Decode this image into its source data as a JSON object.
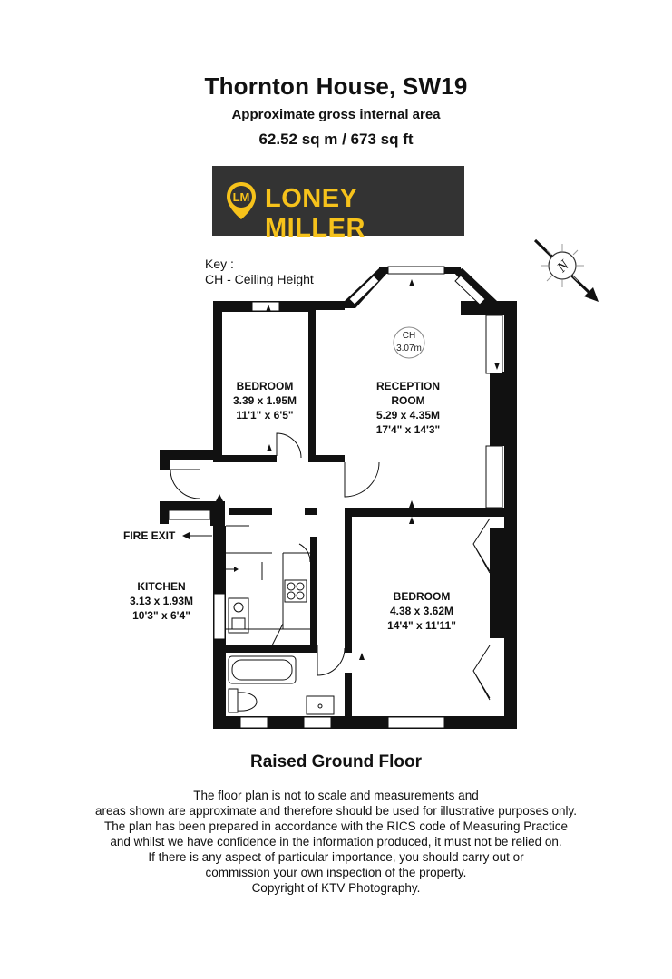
{
  "header": {
    "title": "Thornton House, SW19",
    "subtitle": "Approximate gross internal area",
    "area": "62.52 sq m / 673 sq ft"
  },
  "logo": {
    "initials": "LM",
    "name": "LONEY MILLER",
    "brand_color": "#f6c21b",
    "background_color": "#333333"
  },
  "key": {
    "title": "Key :",
    "entry": "CH - Ceiling Height"
  },
  "compass": {
    "letter": "N"
  },
  "rooms": {
    "bedroom1": {
      "name": "BEDROOM",
      "metric": "3.39 x 1.95M",
      "imperial": "11'1\" x 6'5\""
    },
    "reception": {
      "name_line1": "RECEPTION",
      "name_line2": "ROOM",
      "metric": "5.29 x 4.35M",
      "imperial": "17'4\" x 14'3\""
    },
    "bedroom2": {
      "name": "BEDROOM",
      "metric": "4.38 x 3.62M",
      "imperial": "14'4\" x 11'11\""
    },
    "kitchen": {
      "name": "KITCHEN",
      "metric": "3.13 x 1.93M",
      "imperial": "10'3\" x 6'4\""
    }
  },
  "ceiling_height": {
    "label": "CH",
    "value": "3.07m"
  },
  "fire_exit": "FIRE EXIT",
  "floor_name": "Raised Ground Floor",
  "disclaimer": [
    "The floor plan is not to scale and measurements and",
    "areas shown are approximate and therefore should be used for illustrative purposes only.",
    "The plan has been prepared in accordance with the RICS code of Measuring Practice",
    "and whilst we have confidence in the information produced, it must not be relied on.",
    "If there is any aspect of particular importance, you should carry out or",
    "commission your own inspection of the property.",
    "Copyright of KTV Photography."
  ]
}
